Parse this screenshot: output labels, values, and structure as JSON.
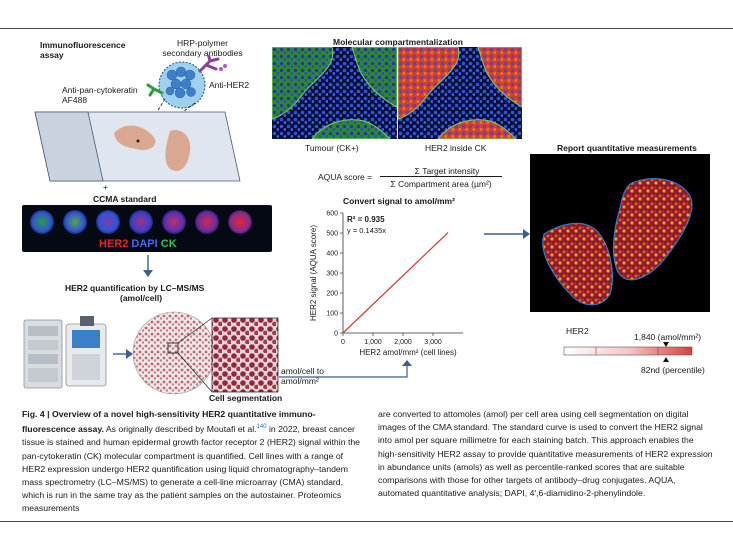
{
  "figure": {
    "labels": {
      "if_assay": "Immunofluorescence assay",
      "hrp_polymer": "HRP-polymer secondary antibodies",
      "anti_pan_ck": "Anti-pan-cytokeratin AF488",
      "anti_her2": "Anti-HER2",
      "plus": "+",
      "ccma_standard": "CCMA standard",
      "stain_her2": "HER2",
      "stain_dapi": "DAPI",
      "stain_ck": "CK",
      "her2_quant": "HER2 quantification by LC–MS/MS",
      "amol_cell": "(amol/cell)",
      "cell_segmentation": "Cell segmentation",
      "amol_cell_to_mm2": "amol/cell to amol/mm²",
      "molecular_compartmentalization": "Molecular compartmentalization",
      "tumour_ck": "Tumour (CK+)",
      "her2_inside_ck": "HER2 inside CK",
      "aqua_prefix": "AQUA score =",
      "aqua_numerator": "Σ Target intensity",
      "aqua_denominator": "Σ Compartment area (µm²)",
      "convert_signal": "Convert signal to amol/mm²",
      "report_title": "Report quantitative measurements",
      "her2_bar_label": "HER2",
      "bar_value": "1,840 (amol/mm²)",
      "bar_percentile": "82nd (percentile)"
    },
    "colors": {
      "her2": "#e3262c",
      "dapi": "#2f55d4",
      "ck": "#2a9d3b",
      "arrow": "#3b5f8a",
      "line": "#d8413c"
    }
  },
  "chart_data": {
    "type": "line",
    "title": "Convert signal to amol/mm²",
    "xlabel": "HER2 amol/mm² (cell lines)",
    "ylabel": "HER2 signal (AQUA score)",
    "xlim": [
      0,
      4000
    ],
    "ylim": [
      0,
      600
    ],
    "xticks": [
      0,
      1000,
      2000,
      3000
    ],
    "xtick_labels": [
      "0",
      "1,000",
      "2,000",
      "3,000"
    ],
    "yticks": [
      0,
      100,
      200,
      300,
      400,
      500,
      600
    ],
    "ytick_labels": [
      "0",
      "100",
      "200",
      "300",
      "400",
      "500",
      "600"
    ],
    "annotations": [
      "R² = 0.935",
      "y = 0.1435x"
    ],
    "grid": false,
    "series": [
      {
        "x": [
          0,
          3500
        ],
        "y": [
          0,
          502
        ]
      }
    ]
  },
  "caption": {
    "fig_label": "Fig. 4 | Overview of a novel high-sensitivity HER2 quantitative immuno-fluorescence assay.",
    "left_text_1": "As originally described by Moutafi et al.",
    "ref": "140",
    "left_text_2": "in 2022, breast cancer tissue is stained and human epidermal growth factor receptor 2 (HER2) signal within the pan-cytokeratin (CK) molecular compartment is quantified. Cell lines with a range of HER2 expression undergo HER2 quantification using liquid chromatography–tandem mass spectrometry (LC–MS/MS) to generate a cell-line microarray (CMA) standard, which is run in the same tray as the patient samples on the autostainer. Proteomics measurements",
    "right_text": "are converted to attomoles (amol) per cell area using cell segmentation on digital images of the CMA standard. The standard curve is used to convert the HER2 signal into amol per square millimetre for each staining batch. This approach enables the high-sensitivity HER2 assay to provide quantitative measurements of HER2 expression in abundance units (amols) as well as percentile-ranked scores that are suitable comparisons with those for other targets of antibody–drug conjugates. AQUA, automated quantitative analysis; DAPI, 4′,6-diamidino-2-phenylindole."
  }
}
